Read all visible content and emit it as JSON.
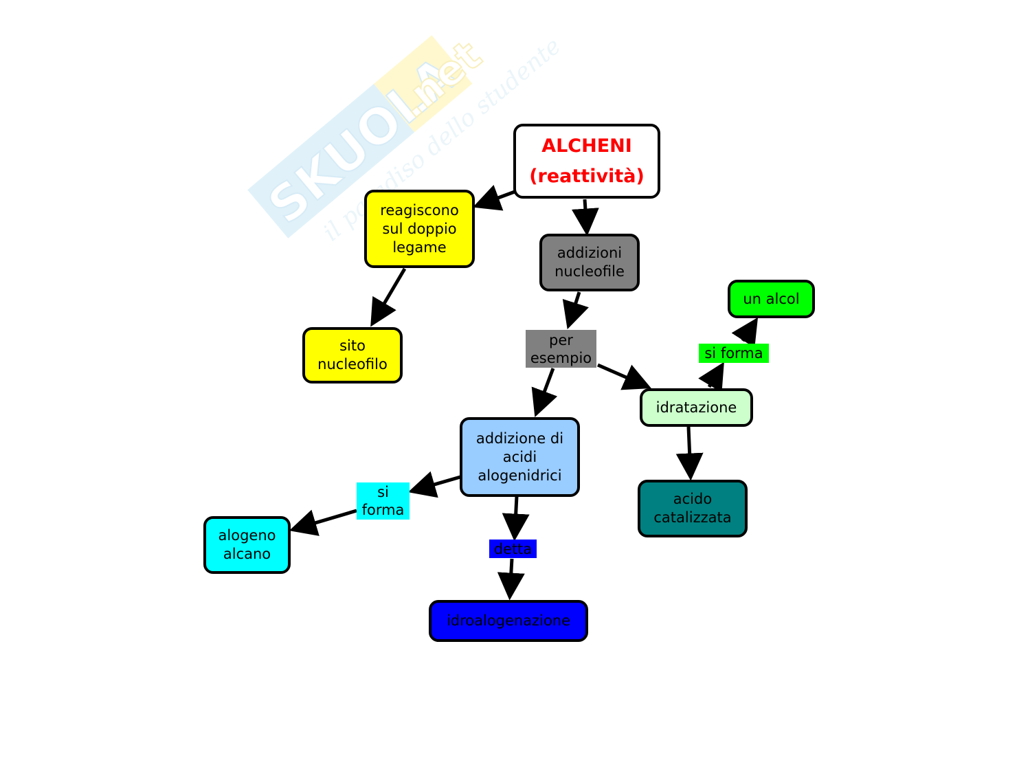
{
  "colors": {
    "root": "#ffffff",
    "yellow": "#ffff00",
    "gray": "#808080",
    "green": "#00ff00",
    "lightgreen": "#ccffcc",
    "teal": "#008080",
    "lightblue": "#99ccff",
    "cyan": "#00ffff",
    "blue": "#0000ff",
    "red_title": "#ff0000",
    "watermark": "#c8e6f5",
    "watermark_yellow": "#fff3a8"
  },
  "watermark": {
    "brand": "SKUOLA",
    "suffix": ".net",
    "tagline": "il paradiso dello studente"
  },
  "root": {
    "line1": "ALCHENI",
    "line2": "(reattività)"
  },
  "nodes": {
    "reagiscono": "reagiscono\nsul doppio\nlegame",
    "sito": "sito\nnucleofilo",
    "addizioni": "addizioni\nnucleofile",
    "idratazione": "idratazione",
    "un_alcol": "un alcol",
    "acido_catalizzata": "acido\ncatalizzata",
    "addizione_acidi": "addizione di\nacidi\nalogenidrici",
    "alogeno_alcano": "alogeno\nalcano",
    "idroalogenazione": "idroalogenazione"
  },
  "labels": {
    "per_esempio": "per\nesempio",
    "si_forma_top": "si forma",
    "si_forma_left": "si\nforma",
    "detta": "detta"
  }
}
